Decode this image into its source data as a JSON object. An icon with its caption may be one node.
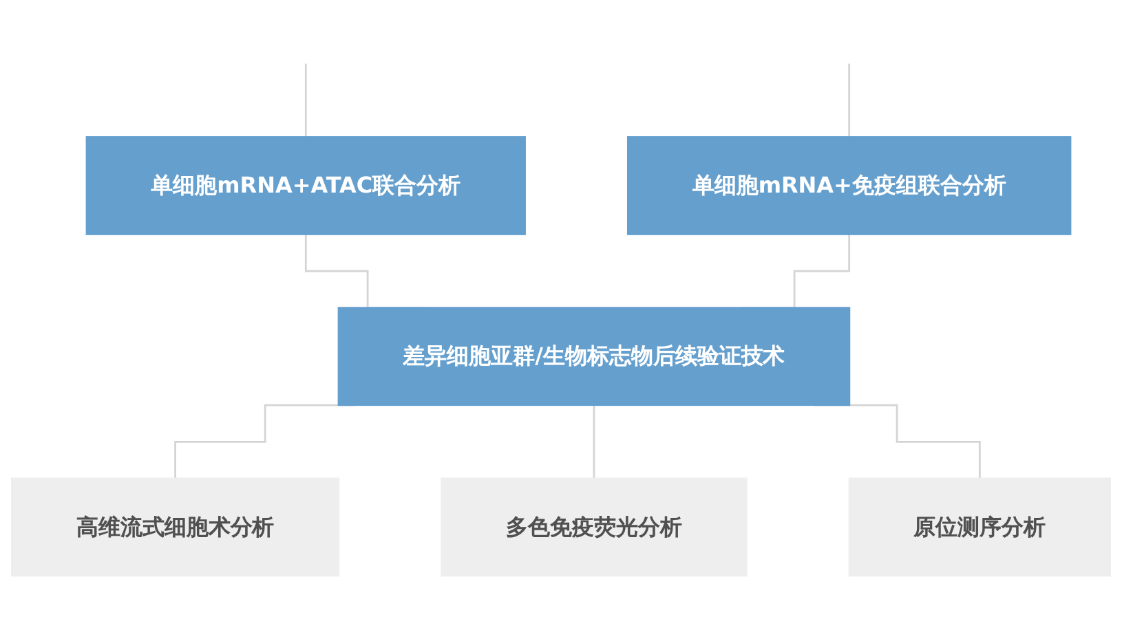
{
  "diagram": {
    "nodes": [
      {
        "text": [
          "单细胞mRNA+ATAC联合分析"
        ]
      },
      {
        "text": [
          "单细胞mRNA+免疫组联合分析"
        ]
      },
      {
        "text": [
          "差异细胞亚群/生物标志物后续验证技术"
        ]
      },
      {
        "text": [
          "高维流式细胞术分析"
        ]
      },
      {
        "text": [
          "多色免疫荧光分析"
        ]
      },
      {
        "text": [
          "原位测序分析"
        ]
      }
    ],
    "edges": [
      {
        "from": null,
        "to": 0,
        "arrow": "none"
      },
      {
        "from": null,
        "to": 1,
        "arrow": "none"
      },
      {
        "from": 0,
        "to": 2,
        "arrow": "none"
      },
      {
        "from": 1,
        "to": 2,
        "arrow": "none"
      },
      {
        "from": 2,
        "to": 3,
        "arrow": "none"
      },
      {
        "from": 2,
        "to": 4,
        "arrow": "none"
      },
      {
        "from": 2,
        "to": 5,
        "arrow": "none"
      }
    ]
  }
}
